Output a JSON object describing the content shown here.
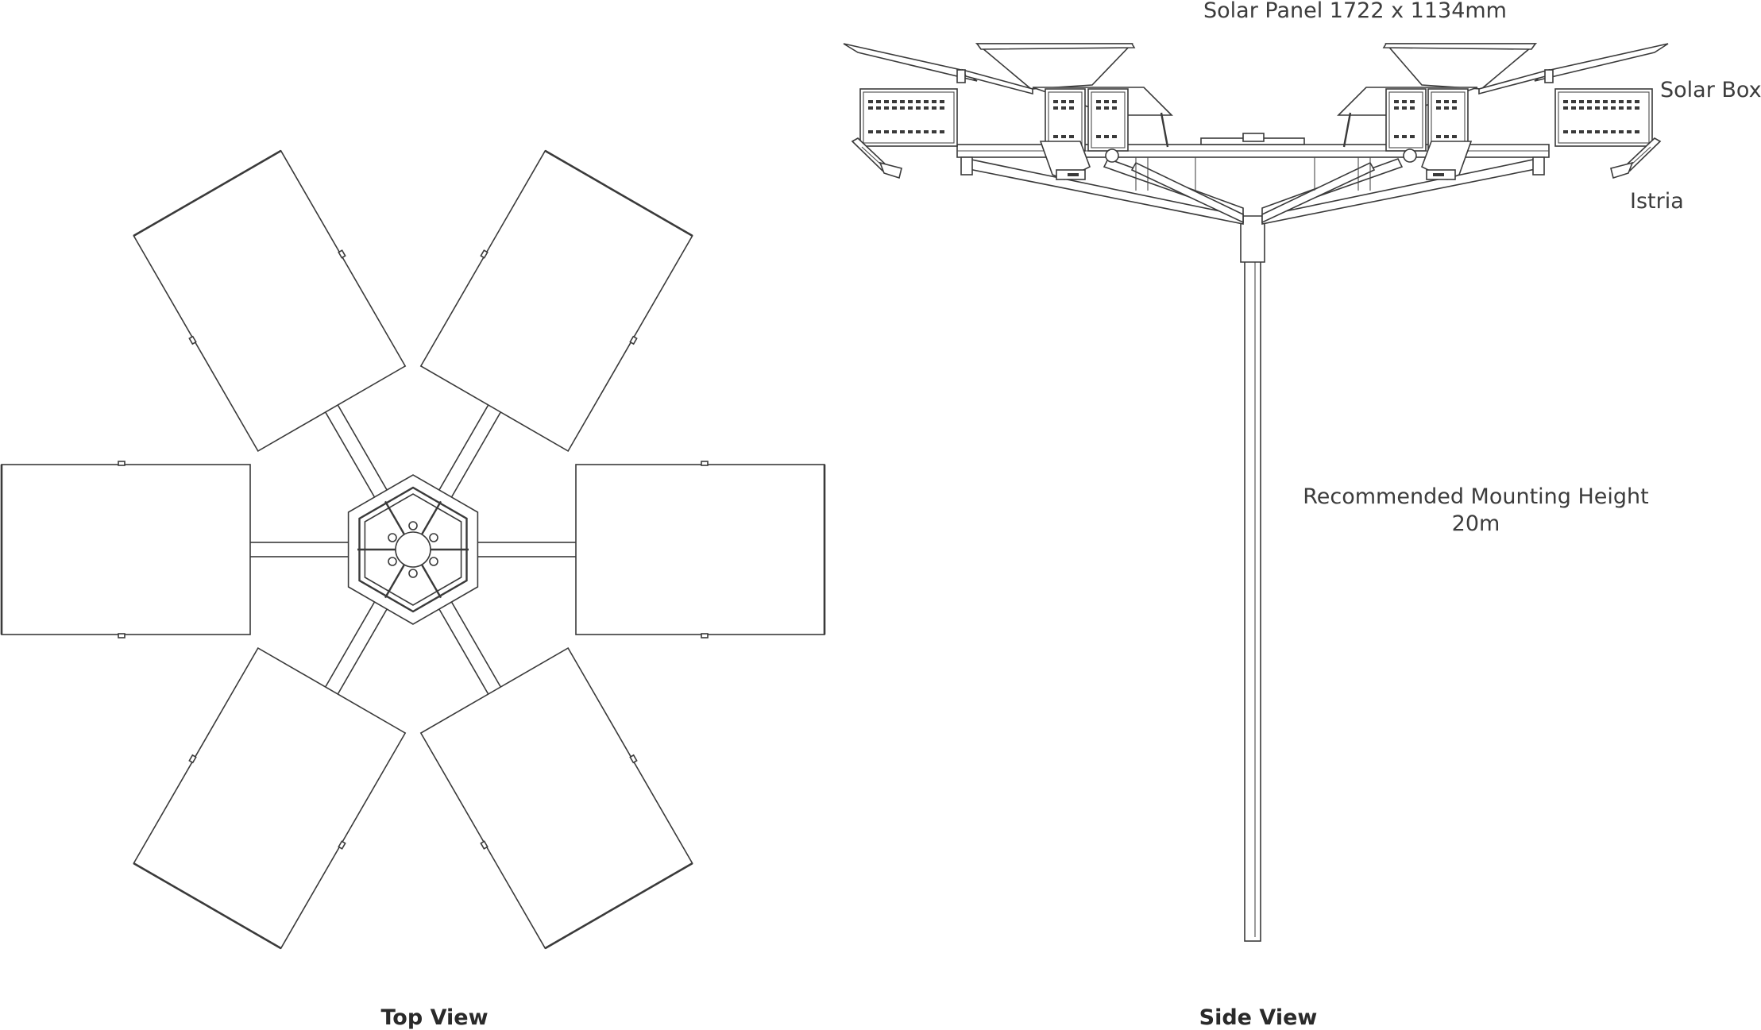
{
  "labels": {
    "solar_panel": "Solar Panel 1722 x 1134mm",
    "solar_box": "Solar Box",
    "istria": "Istria",
    "mounting_line1": "Recommended Mounting Height",
    "mounting_line2": "20m",
    "top_view": "Top View",
    "side_view": "Side View"
  },
  "colors": {
    "line": "#3a3a3a",
    "text": "#3c3c3c",
    "background": "#ffffff"
  },
  "top_view": {
    "panel_count": 6,
    "arm_angles_deg": [
      0,
      60,
      120,
      180,
      240,
      300
    ]
  }
}
